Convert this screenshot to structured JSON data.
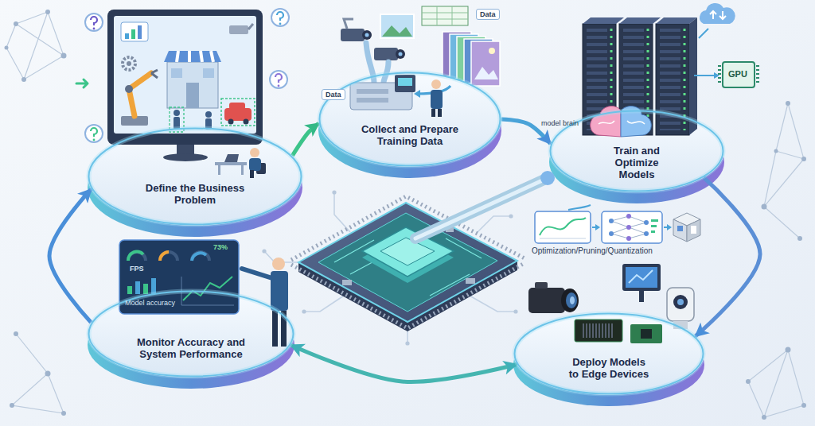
{
  "diagram": {
    "nodes": [
      {
        "text": [
          "Define the Business Problem"
        ]
      },
      {
        "text": [
          "Collect and Prepare Training Data"
        ]
      },
      {
        "text": [
          "Train and Optimize Models"
        ]
      },
      {
        "text": [
          "Deploy Models to Edge Devices"
        ]
      },
      {
        "text": [
          "Monitor Accuracy and System Performance"
        ]
      }
    ],
    "edges": [
      {
        "from": 0,
        "to": 1,
        "arrow": "to"
      },
      {
        "from": 1,
        "to": 2,
        "arrow": "to"
      },
      {
        "from": 2,
        "to": 3,
        "arrow": "to"
      },
      {
        "from": 3,
        "to": 4,
        "arrow": "both"
      },
      {
        "from": 4,
        "to": 0,
        "arrow": "to"
      }
    ],
    "labels": [
      "Data",
      "Data",
      "model brain",
      "GPU",
      "Optimization/Pruning/Quantization",
      "FPS",
      "73%",
      "Model accuracy"
    ]
  }
}
